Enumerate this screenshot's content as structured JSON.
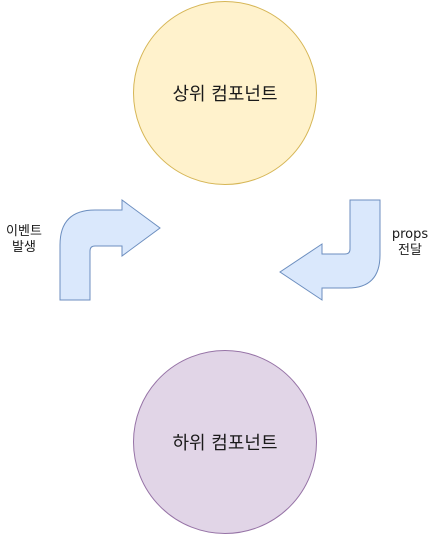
{
  "nodes": {
    "parent": {
      "label": "상위 컴포넌트",
      "fill": "#fff2cc",
      "stroke": "#d6b656"
    },
    "child": {
      "label": "하위 컴포넌트",
      "fill": "#e1d5e7",
      "stroke": "#9673a6"
    }
  },
  "edges": {
    "event": {
      "line1": "이벤트",
      "line2": "발생",
      "fill": "#dae8fc",
      "stroke": "#6c8ebf"
    },
    "props": {
      "line1": "props",
      "line2": "전달",
      "fill": "#dae8fc",
      "stroke": "#6c8ebf"
    }
  }
}
